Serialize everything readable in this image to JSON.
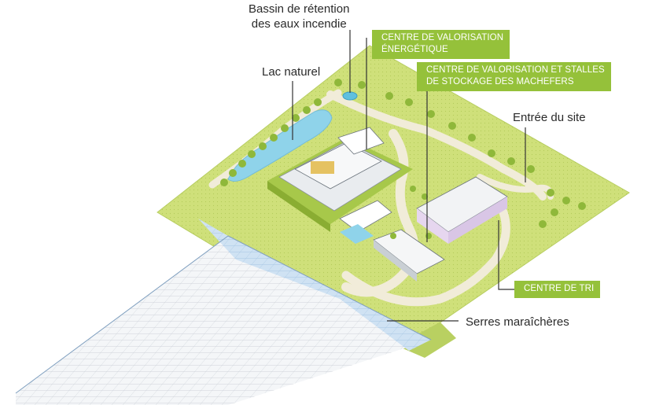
{
  "labels": {
    "bassin": [
      "Bassin de rétention",
      "des eaux incendie"
    ],
    "lac": "Lac naturel",
    "entree": "Entrée du site",
    "serres": "Serres maraîchères"
  },
  "boxes": {
    "energie": [
      "CENTRE DE VALORISATION",
      "ÉNERGÉTIQUE"
    ],
    "machefers": [
      "CENTRE DE VALORISATION ET STALLES",
      "DE STOCKAGE DES MACHEFERS"
    ],
    "tri": [
      "CENTRE DE TRI"
    ]
  },
  "colors": {
    "grass": "#cfe07a",
    "grass_dark": "#b9d061",
    "path": "#f1ecd9",
    "water": "#8fd3ea",
    "greenhouse": "#cfe2f3",
    "accent": "#95c13a",
    "leader": "#333333",
    "tree": "#8fb83a"
  }
}
